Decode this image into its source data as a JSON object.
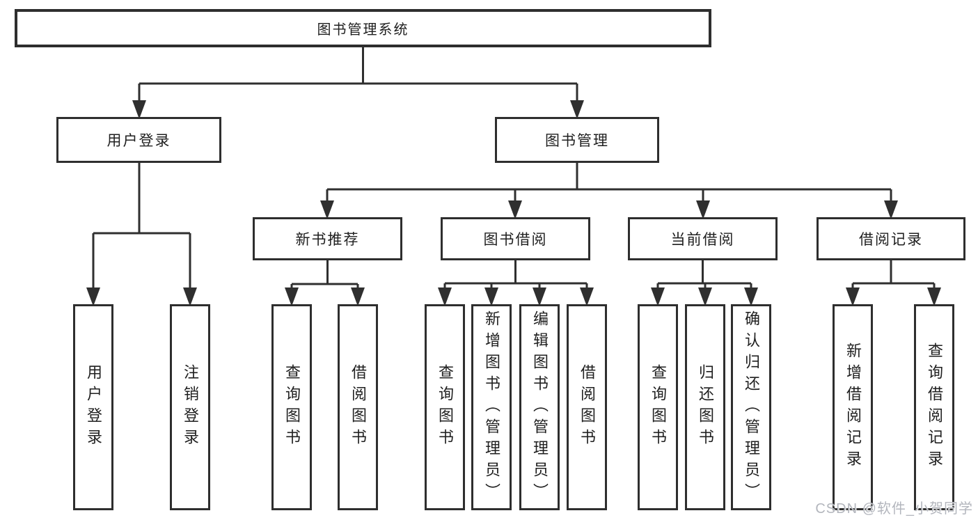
{
  "tree": {
    "root": {
      "label": "图书管理系统"
    },
    "branches": [
      {
        "label": "用户登录",
        "children": [
          {
            "label": "用户登录"
          },
          {
            "label": "注销登录"
          }
        ]
      },
      {
        "label": "图书管理",
        "children": [
          {
            "label": "新书推荐",
            "children": [
              {
                "label": "查询图书"
              },
              {
                "label": "借阅图书"
              }
            ]
          },
          {
            "label": "图书借阅",
            "children": [
              {
                "label": "查询图书"
              },
              {
                "label": "新增图书（管理员）"
              },
              {
                "label": "编辑图书（管理员）"
              },
              {
                "label": "借阅图书"
              }
            ]
          },
          {
            "label": "当前借阅",
            "children": [
              {
                "label": "查询图书"
              },
              {
                "label": "归还图书"
              },
              {
                "label": "确认归还（管理员）"
              }
            ]
          },
          {
            "label": "借阅记录",
            "children": [
              {
                "label": "新增借阅记录"
              },
              {
                "label": "查询借阅记录"
              }
            ]
          }
        ]
      }
    ]
  },
  "watermark": {
    "text": "CSDN @软件_小贺同学"
  },
  "colors": {
    "line": "#2f2f2f",
    "box_border": "#2e2e2e",
    "text": "#1f1f1f",
    "background": "#ffffff",
    "watermark": "#b3b6bd"
  }
}
